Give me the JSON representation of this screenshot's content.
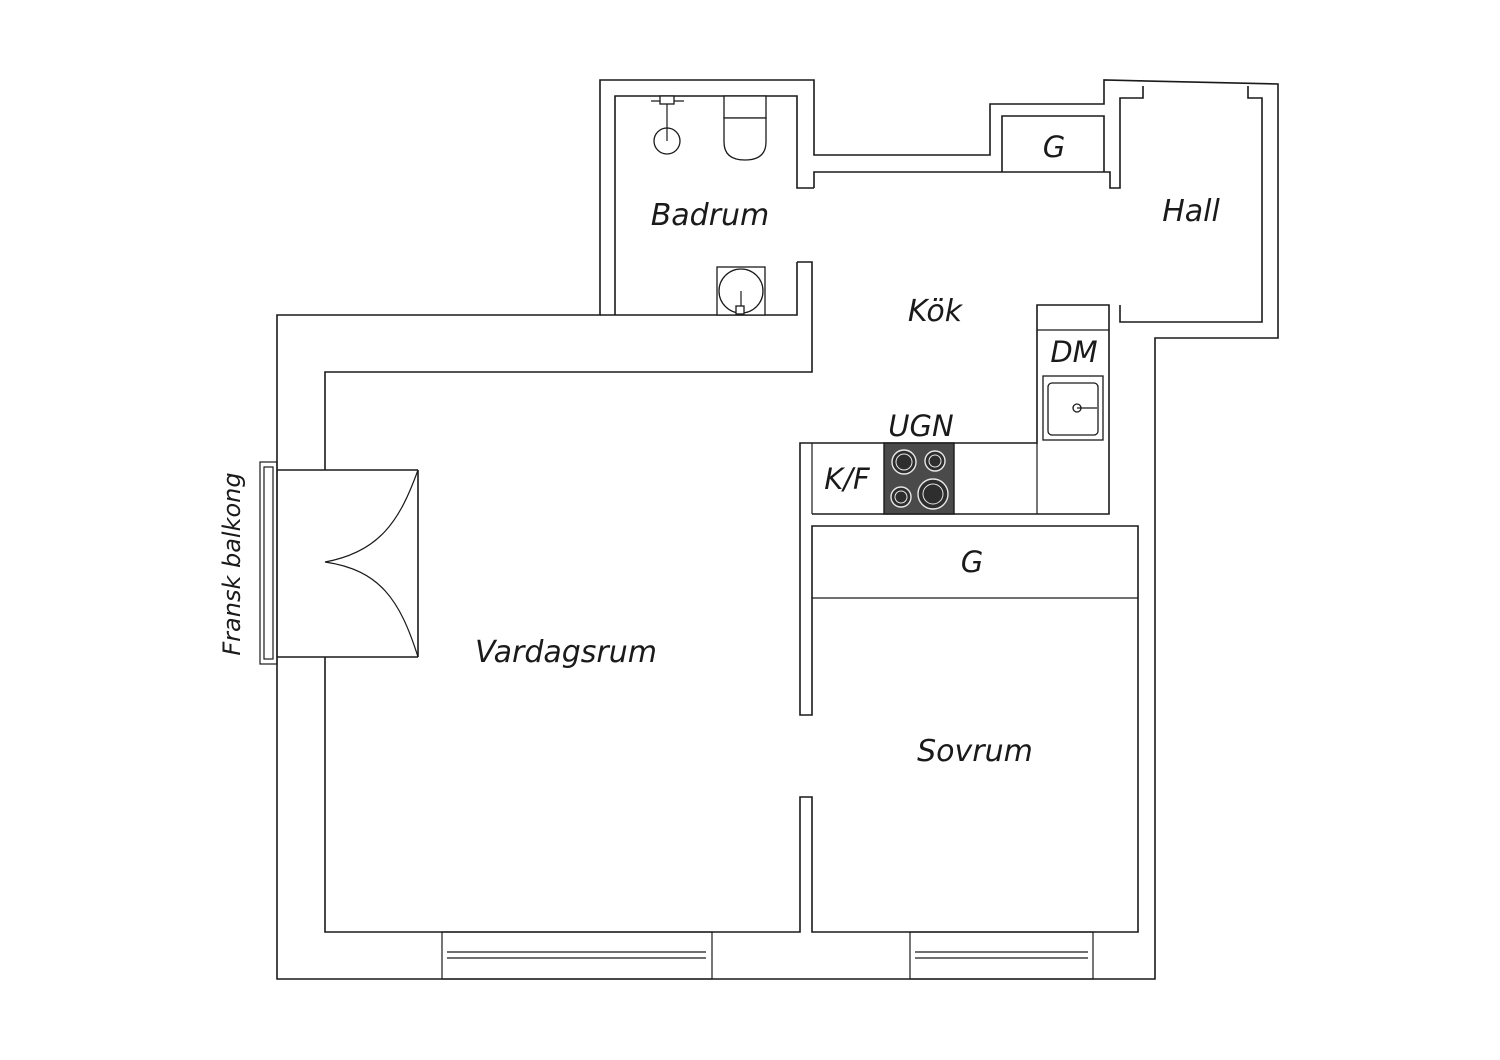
{
  "rooms": {
    "badrum": "Badrum",
    "kok": "Kök",
    "hall": "Hall",
    "vardagsrum": "Vardagsrum",
    "sovrum": "Sovrum"
  },
  "fixtures": {
    "closet_hall": "G",
    "closet_bedroom": "G",
    "dishwasher": "DM",
    "oven": "UGN",
    "fridge_freezer": "K/F"
  },
  "balcony": {
    "label": "Fransk balkong"
  },
  "colors": {
    "line": "#1a1a1a",
    "background": "#ffffff",
    "stove": "#4a4a4a"
  }
}
